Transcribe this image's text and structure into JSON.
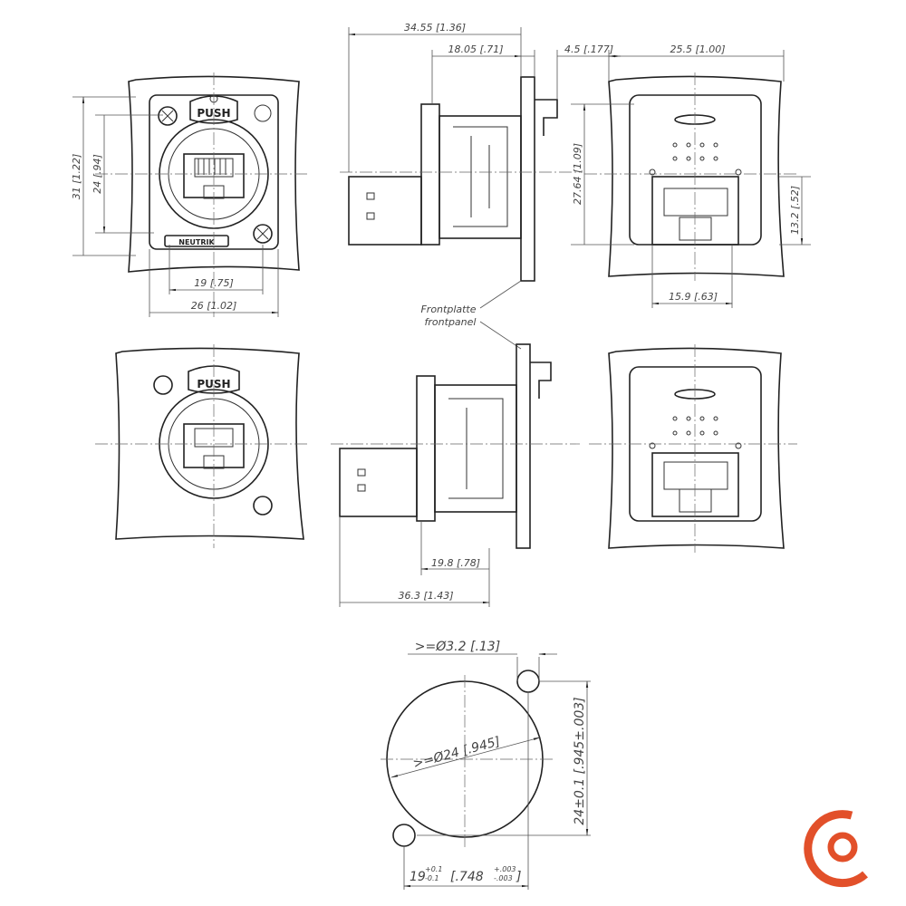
{
  "top_dims": {
    "overall": "34.55 [1.36]",
    "body": "18.05 [.71]",
    "panel": "4.5 [.177]",
    "rear_width": "25.5 [1.00]"
  },
  "front_view": {
    "push": "PUSH",
    "brand": "NEUTRIK",
    "height": "31 [1.22]",
    "hole_pitch_v": "24 [.94]",
    "hole_pitch_h": "19 [.75]",
    "width": "26 [1.02]"
  },
  "rear_view": {
    "height": "27.64 [1.09]",
    "jack_height": "13.2 [.52]",
    "jack_width": "15.9 [.63]"
  },
  "panel_label": {
    "de": "Frontplatte",
    "en": "frontpanel"
  },
  "side_dims": {
    "body": "19.8 [.78]",
    "overall": "36.3 [1.43]"
  },
  "cutout": {
    "screw_hole": ">=Ø3.2 [.13]",
    "main_hole": ">=Ø24 [.945]",
    "vertical": "24±0.1 [.945±.003]",
    "horiz_base": "19",
    "horiz_tol_plus": "+0.1",
    "horiz_tol_minus": "-0.1",
    "horiz_inch": "[.748",
    "inch_tol_plus": "+.003",
    "inch_tol_minus": "-.003",
    "inch_close": "]"
  },
  "colors": {
    "logo": "#e2502a"
  }
}
